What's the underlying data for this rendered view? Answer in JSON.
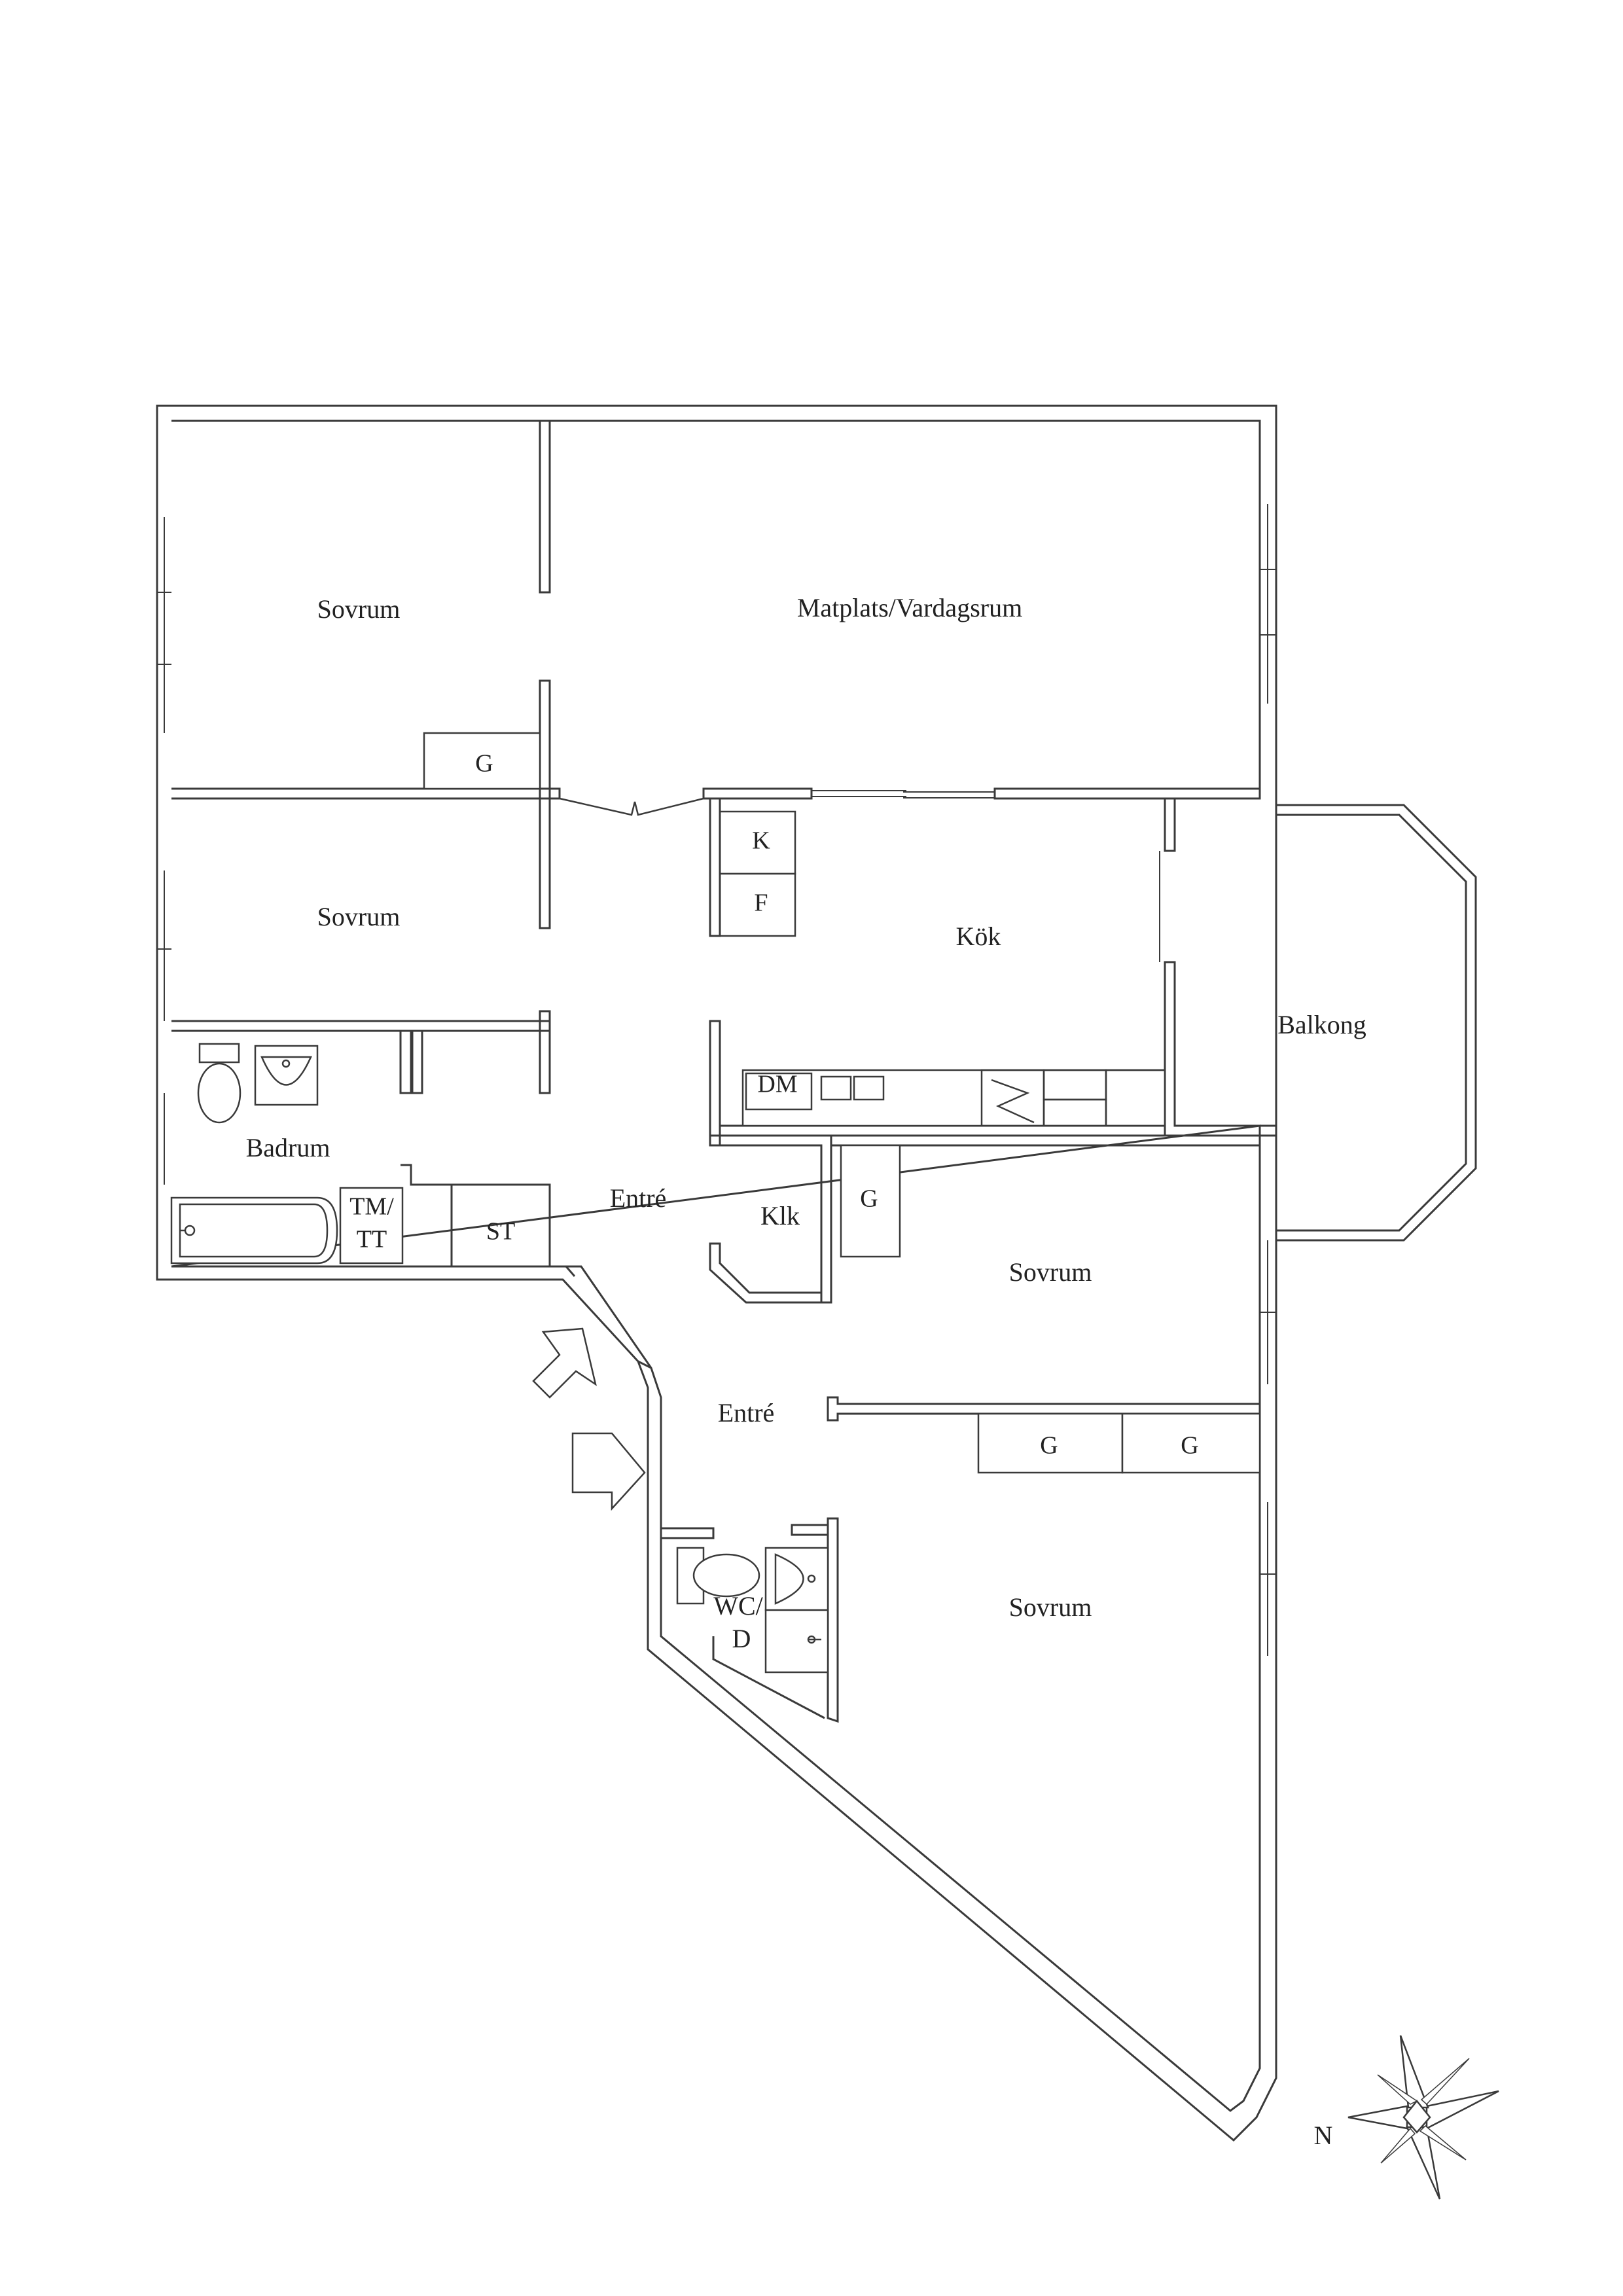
{
  "rooms": {
    "sovrum_1": "Sovrum",
    "matplats_vardagsrum": "Matplats/Vardagsrum",
    "sovrum_2": "Sovrum",
    "kok": "Kök",
    "balkong": "Balkong",
    "badrum": "Badrum",
    "entre_1": "Entré",
    "klk": "Klk",
    "sovrum_3": "Sovrum",
    "entre_2": "Entré",
    "sovrum_4": "Sovrum",
    "wc_d_line1": "WC/",
    "wc_d_line2": "D"
  },
  "fixtures": {
    "g_sovrum_1": "G",
    "k": "K",
    "f": "F",
    "dm": "DM",
    "tm_tt_line1": "TM/",
    "tm_tt_line2": "TT",
    "st": "ST",
    "g_klk": "G",
    "g_hall_1": "G",
    "g_hall_2": "G"
  },
  "compass": {
    "north_label": "N"
  },
  "colors": {
    "line": "#3a3a3a",
    "background": "#ffffff"
  }
}
